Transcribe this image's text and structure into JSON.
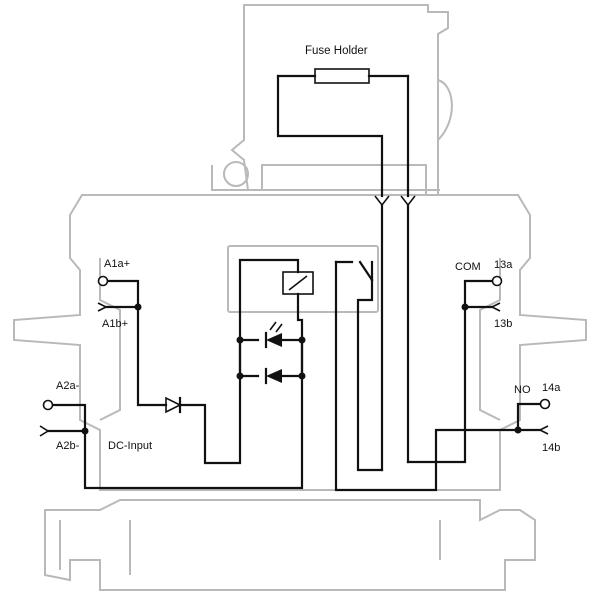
{
  "labels": {
    "fuse_holder": "Fuse Holder",
    "a1a": "A1a+",
    "a1b": "A1b+",
    "a2a": "A2a-",
    "a2b": "A2b-",
    "dc_input": "DC-Input",
    "com": "COM",
    "t13a": "13a",
    "t13b": "13b",
    "no": "NO",
    "t14a": "14a",
    "t14b": "14b"
  },
  "colors": {
    "wire": "#111111",
    "housing_outline": "#b9b9b9",
    "background": "#ffffff"
  }
}
